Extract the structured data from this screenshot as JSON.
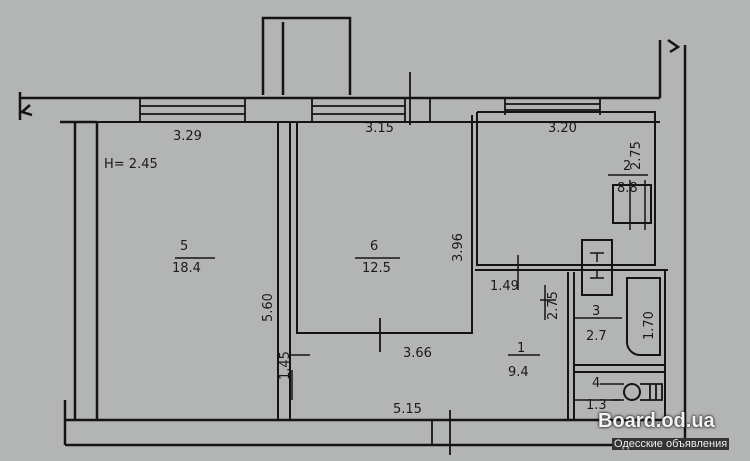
{
  "plan": {
    "ceiling_height": "H= 2.45",
    "rooms": [
      {
        "number": "5",
        "area": "18.4"
      },
      {
        "number": "6",
        "area": "12.5"
      },
      {
        "number": "2",
        "area": "8.8"
      },
      {
        "number": "1",
        "area": "9.4"
      },
      {
        "number": "3",
        "area": "2.7"
      },
      {
        "number": "4",
        "area": "1.3"
      }
    ],
    "dimensions": {
      "room5_width": "3.29",
      "room6_width": "3.15",
      "room2_width": "3.20",
      "room2_depth": "2.75",
      "room6_depth": "3.96",
      "room5_depth": "5.60",
      "room6_bottom": "3.66",
      "corridor_small": "1.45",
      "hall_width": "1.49",
      "hall_depth": "2.75",
      "bath_length": "1.70",
      "bottom_wall": "5.15"
    }
  },
  "watermark": {
    "site": "Board.od.ua",
    "tagline": "Одесские объявления"
  }
}
